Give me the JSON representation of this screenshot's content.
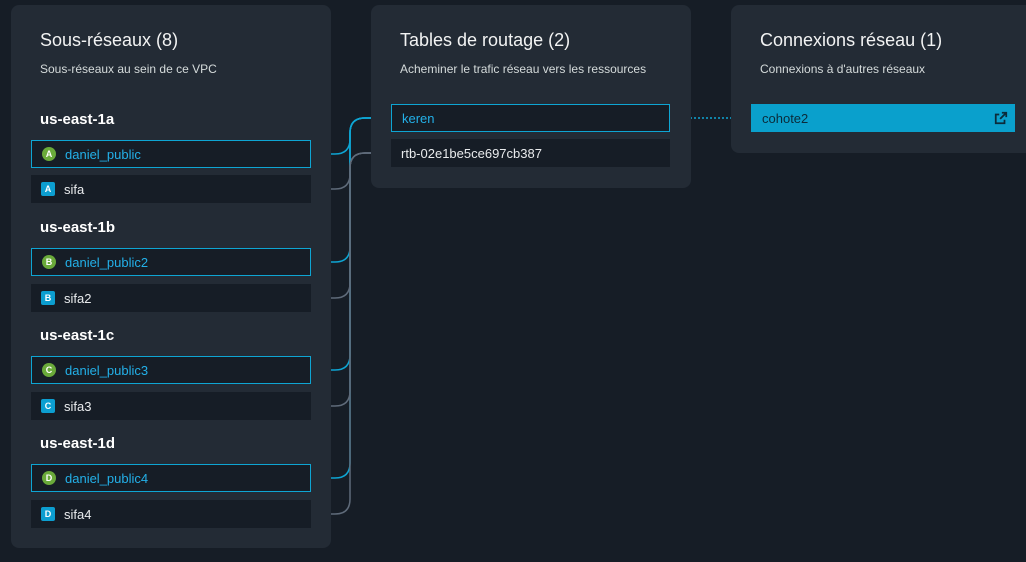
{
  "subnets_panel": {
    "title": "Sous-réseaux (8)",
    "subtitle": "Sous-réseaux au sein de ce VPC",
    "zones": [
      {
        "name": "us-east-1a",
        "public": {
          "badge": "A",
          "label": "daniel_public"
        },
        "private": {
          "badge": "A",
          "label": "sifa"
        }
      },
      {
        "name": "us-east-1b",
        "public": {
          "badge": "B",
          "label": "daniel_public2"
        },
        "private": {
          "badge": "B",
          "label": "sifa2"
        }
      },
      {
        "name": "us-east-1c",
        "public": {
          "badge": "C",
          "label": "daniel_public3"
        },
        "private": {
          "badge": "C",
          "label": "sifa3"
        }
      },
      {
        "name": "us-east-1d",
        "public": {
          "badge": "D",
          "label": "daniel_public4"
        },
        "private": {
          "badge": "D",
          "label": "sifa4"
        }
      }
    ]
  },
  "route_tables_panel": {
    "title": "Tables de routage (2)",
    "subtitle": "Acheminer le trafic réseau vers les ressources",
    "items": [
      {
        "label": "keren"
      },
      {
        "label": "rtb-02e1be5ce697cb387"
      }
    ]
  },
  "connections_panel": {
    "title": "Connexions réseau (1)",
    "subtitle": "Connexions à d'autres réseaux",
    "items": [
      {
        "label": "cohote2",
        "icon": "external-link-icon"
      }
    ]
  },
  "colors": {
    "background": "#161d26",
    "panel": "#232b35",
    "selected_border": "#0ea5d3",
    "link_selected": "#0ea5d3",
    "link_default": "#5f6b7a",
    "badge_public": "#6aaa3a",
    "badge_private": "#0c9ed0",
    "connection_fill": "#0aa0cc"
  }
}
